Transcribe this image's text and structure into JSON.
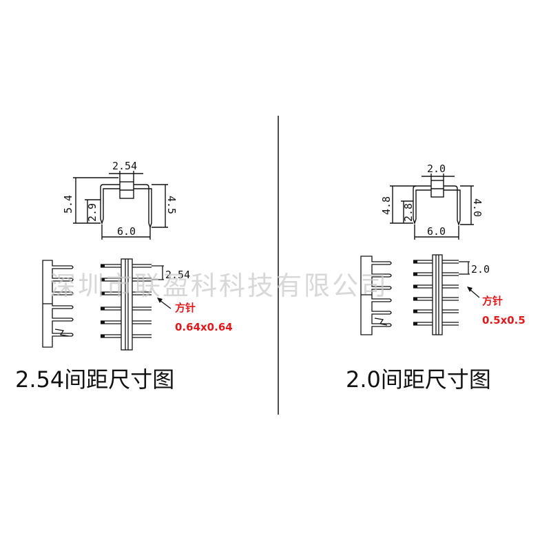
{
  "watermark": "深圳市联盈科科技有限公司",
  "colors": {
    "annotation": "#e0191b",
    "line": "#111111",
    "watermark": "#c8c8c8"
  },
  "left": {
    "pitch_label": "2.54",
    "height_label": "5.4",
    "pin_length_label": "2.9",
    "side_label": "4.5",
    "bottom_label": "6.0",
    "row_pitch_label": "2.54",
    "pin_type": "方针",
    "pin_size": "0.64x0.64",
    "title": "2.54间距尺寸图"
  },
  "right": {
    "pitch_label": "2.0",
    "height_label": "4.8",
    "pin_length_label": "2.8",
    "side_label": "4.0",
    "bottom_label": "6.0",
    "row_pitch_label": "2.0",
    "pin_type": "方针",
    "pin_size": "0.5x0.5",
    "title": "2.0间距尺寸图"
  }
}
